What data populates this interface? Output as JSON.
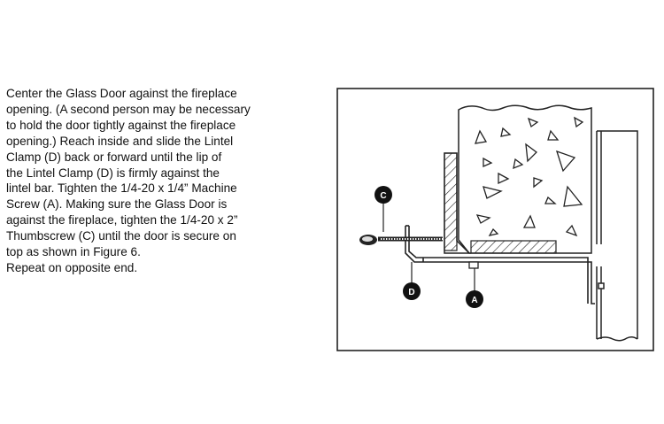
{
  "instructions": {
    "lines": [
      "Center the Glass Door against the fireplace",
      "opening. (A second person may be necessary",
      "to hold the door tightly against the fireplace",
      "opening.) Reach inside and slide the Lintel",
      "Clamp (D) back or forward until the lip of",
      "the Lintel Clamp (D) is firmly against the",
      "lintel bar. Tighten the 1/4-20 x 1/4” Machine",
      "Screw (A). Making sure the Glass Door is",
      "against the fireplace, tighten the 1/4-20 x 2”",
      "Thumbscrew (C) until the door is secure on",
      "top as shown in Figure 6."
    ],
    "repeat": "Repeat on opposite end."
  },
  "figure": {
    "callouts": {
      "c": "C",
      "d": "D",
      "a": "A"
    }
  }
}
